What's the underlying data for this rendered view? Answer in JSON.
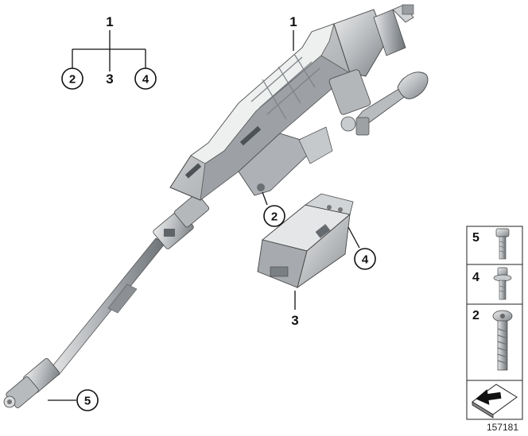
{
  "legend_tree": {
    "root": "1",
    "children": [
      "2",
      "3",
      "4"
    ]
  },
  "callouts": {
    "c1": "1",
    "c2": "2",
    "c3": "3",
    "c4": "4",
    "c5": "5"
  },
  "side_panel": {
    "items": [
      {
        "label": "5",
        "part": "bolt-icon"
      },
      {
        "label": "4",
        "part": "washer-bolt-icon"
      },
      {
        "label": "2",
        "part": "screw-icon"
      }
    ],
    "footer_icon": "arrow-sheet-icon"
  },
  "image_id": "157181",
  "colors": {
    "part_light": "#d8dadc",
    "part_mid": "#a9adb1",
    "part_dark": "#6e7378",
    "line": "#111111"
  }
}
